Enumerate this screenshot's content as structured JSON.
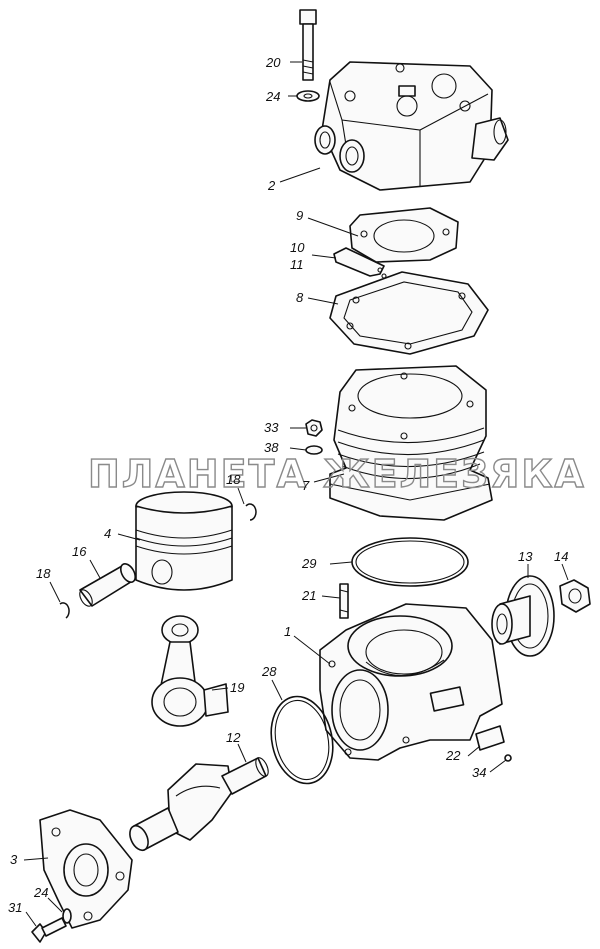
{
  "watermark": "ПЛАНЕТА ЖЕЛЕЗЯКА",
  "labels": {
    "l20": "20",
    "l24a": "24",
    "l2": "2",
    "l9": "9",
    "l10": "10",
    "l11": "11",
    "l8": "8",
    "l33": "33",
    "l38": "38",
    "l7": "7",
    "l18a": "18",
    "l4": "4",
    "l16": "16",
    "l18b": "18",
    "l29": "29",
    "l13": "13",
    "l14": "14",
    "l21": "21",
    "l1": "1",
    "l28": "28",
    "l19": "19",
    "l12": "12",
    "l22": "22",
    "l34": "34",
    "l3": "3",
    "l24b": "24",
    "l31": "31"
  }
}
